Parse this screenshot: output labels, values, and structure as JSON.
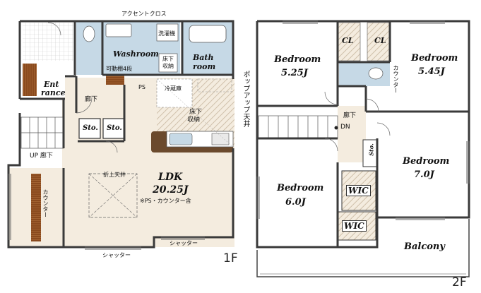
{
  "floors": {
    "first": {
      "floor_label": "1F",
      "rooms": {
        "ldk": {
          "name": "LDK",
          "size": "20.25J",
          "note": "※PS・カウンター含"
        },
        "washroom": {
          "name": "Washroom",
          "shelf": "可動棚4段"
        },
        "bath": {
          "name_line1": "Bath",
          "name_line2": "room"
        },
        "entrance": {
          "name_line1": "Ent",
          "name_line2": "rance"
        },
        "storage1": "Sto.",
        "storage2": "Sto."
      },
      "labels": {
        "accent_cloth": "アクセントクロス",
        "washer": "洗濯機",
        "underfloor_small_1": "床下",
        "underfloor_small_2": "収納",
        "ps": "PS",
        "fridge": "冷蔵庫",
        "underfloor_big_1": "床下",
        "underfloor_big_2": "収納",
        "hallway": "廊下",
        "up_hallway": "UP 廊下",
        "folded_ceiling": "折上天井",
        "counter": "カウンター",
        "shutter_left": "シャッター",
        "shutter_right": "シャッター",
        "popup_ceiling": "ポップアップ天井"
      }
    },
    "second": {
      "floor_label": "2F",
      "rooms": {
        "bedroom_nw": {
          "name": "Bedroom",
          "size": "5.25J"
        },
        "bedroom_ne": {
          "name": "Bedroom",
          "size": "5.45J"
        },
        "bedroom_e": {
          "name": "Bedroom",
          "size": "7.0J"
        },
        "bedroom_sw": {
          "name": "Bedroom",
          "size": "6.0J"
        },
        "balcony": "Balcony"
      },
      "labels": {
        "cl1": "CL",
        "cl2": "CL",
        "counter": "カウンター",
        "hallway": "廊下",
        "dn": "DN",
        "sto": "Sto.",
        "wic1": "WIC",
        "wic2": "WIC"
      }
    }
  },
  "colors": {
    "wall": "#3a3a3a",
    "wet_area": "#c6d9e6",
    "accent_wall": "#6a4a2a",
    "floor_wood": "#f4ecdf",
    "wood_counter": "#8a4a1e",
    "kitchen_counter": "#7a8fa0",
    "hatch": "#d8cbb8"
  }
}
